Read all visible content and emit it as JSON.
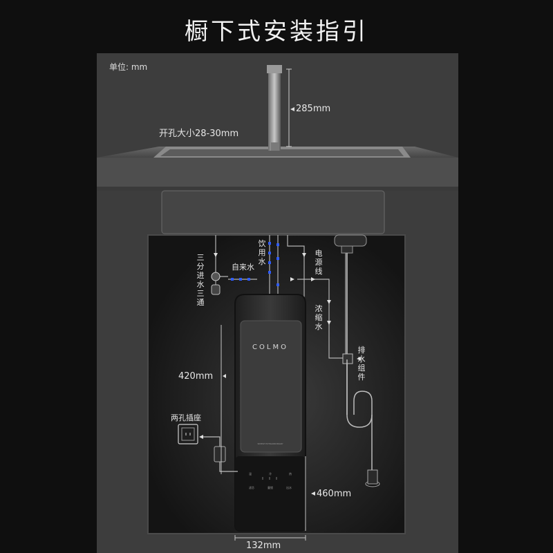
{
  "title": "橱下式安装指引",
  "unit_label": "单位: mm",
  "labels": {
    "faucet_height": "285mm",
    "hole_size": "开孔大小28-30mm",
    "drinking_water": "饮用水",
    "tee_valve": "三分进水三通",
    "tap_water": "自来水",
    "power_cord": "电源线",
    "concentrate": "浓缩水",
    "drain_kit": "排水组件",
    "unit_height": "420mm",
    "outlet": "两孔插座",
    "cabinet_height": "460mm",
    "unit_width": "132mm"
  },
  "product": {
    "brand": "COLMO",
    "model_text": "SIMPLE EXTRAORDINARY",
    "panel_icons": [
      "温",
      "冷",
      "热"
    ],
    "panel_labels": [
      "滤芯",
      "童锁",
      "出水"
    ]
  },
  "colors": {
    "background": "#0f0f0f",
    "panel": "#3d3d3d",
    "countertop": "#555555",
    "cabinet_interior": "#1c1c1c",
    "pipe": "#b4b4b4",
    "water_flow": "#2e5bff",
    "device": "#2b2b2b"
  }
}
